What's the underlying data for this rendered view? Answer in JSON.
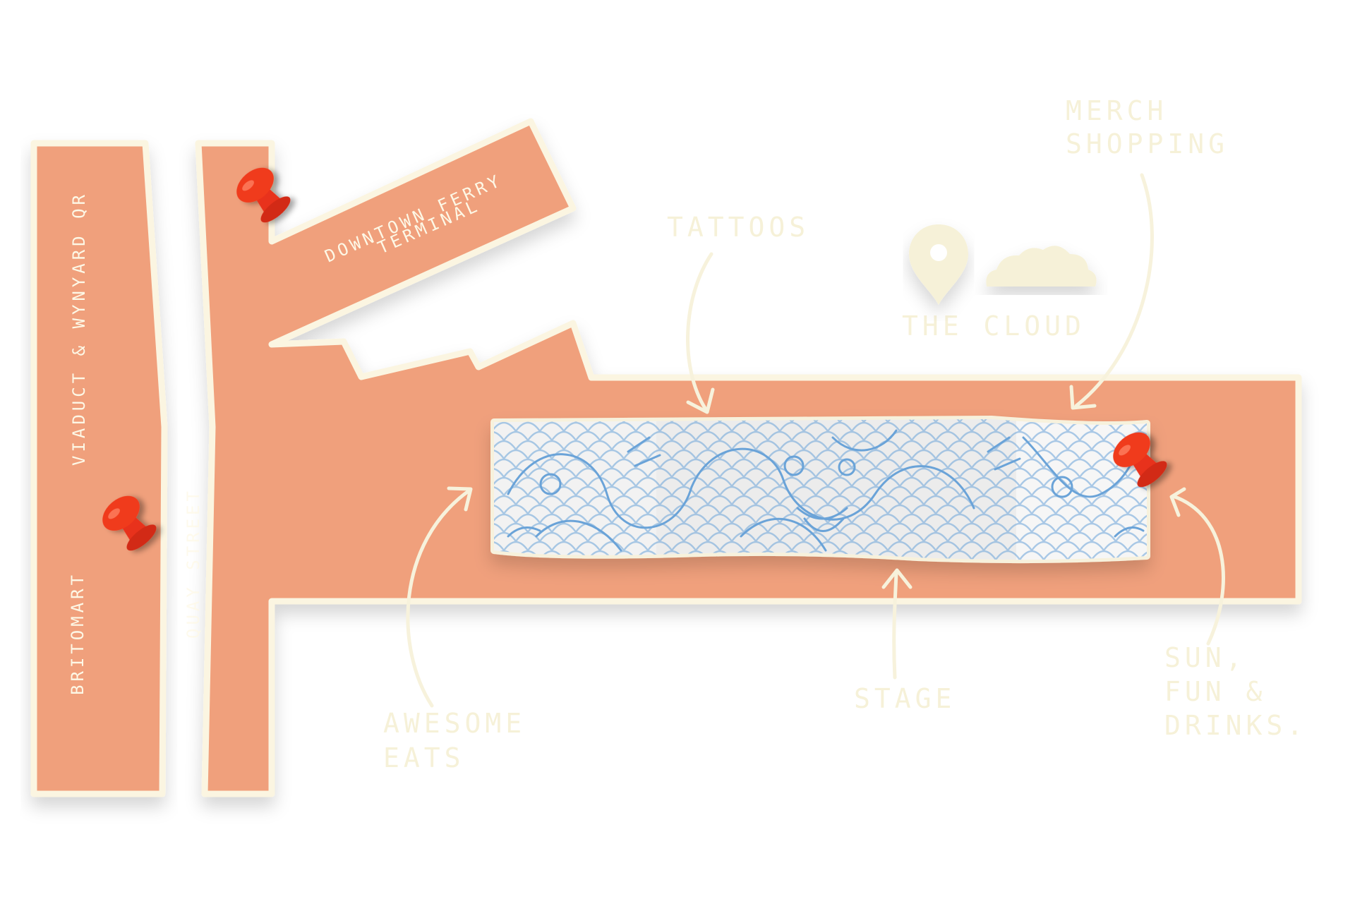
{
  "map": {
    "colors": {
      "ground": "#f0a07c",
      "outline": "#fbf5e1",
      "label": "#f6f1d8",
      "pin": "#e8311a",
      "tattoo_ink": "#6aa3d8"
    },
    "streets": {
      "britomart": "BRITOMART",
      "viaduct": "VIADUCT & WYNYARD QR",
      "side_street": "QUAY STREET",
      "ferry_line1": "DOWNTOWN FERRY",
      "ferry_line2": "TERMINAL"
    },
    "zones": {
      "tattoos": "TATTOOS",
      "merch_line1": "MERCH",
      "merch_line2": "SHOPPING",
      "cloud": "THE CLOUD",
      "eats_line1": "AWESOME",
      "eats_line2": "EATS",
      "stage": "STAGE",
      "drinks_line1": "SUN,",
      "drinks_line2": "FUN &",
      "drinks_line3": "DRINKS."
    },
    "icons": {
      "location": "location-pin-icon",
      "cloud": "cloud-icon",
      "pushpin": "pushpin-icon"
    }
  }
}
